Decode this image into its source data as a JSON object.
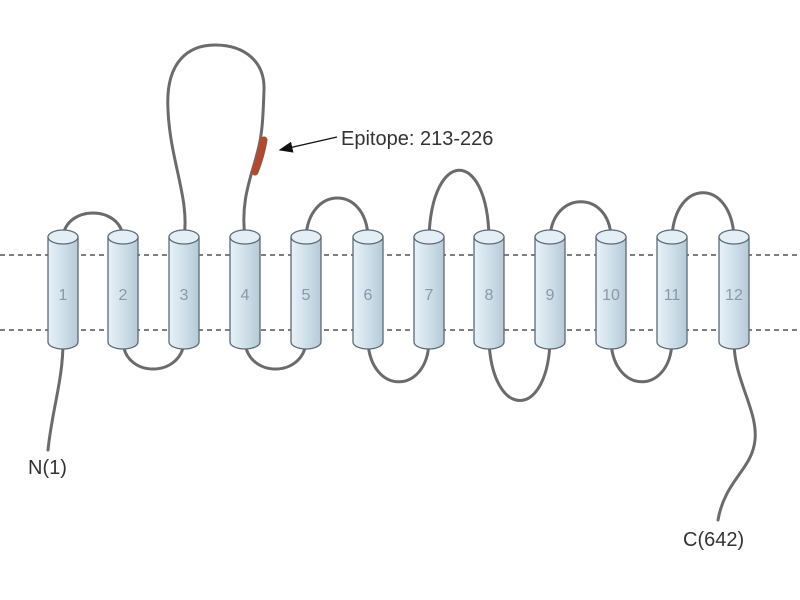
{
  "diagram": {
    "n_terminus_label": "N(1)",
    "c_terminus_label": "C(642)",
    "epitope_label": "Epitope: 213-226",
    "helices": [
      "1",
      "2",
      "3",
      "4",
      "5",
      "6",
      "7",
      "8",
      "9",
      "10",
      "11",
      "12"
    ],
    "colors": {
      "helix_fill": "#cfe0ea",
      "helix_stroke": "#5a6a78",
      "loop": "#6b6b6b",
      "epitope": "#b5472b",
      "membrane_line": "#333333"
    }
  }
}
